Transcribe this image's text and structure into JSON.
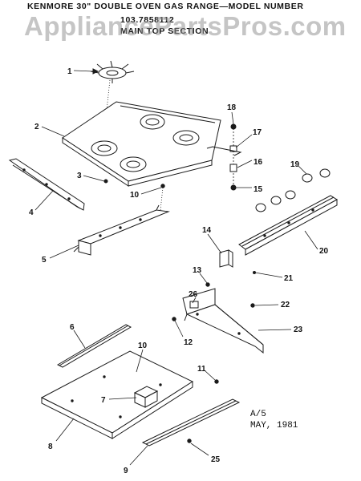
{
  "header": {
    "title": "KENMORE 30\" DOUBLE OVEN GAS RANGE—MODEL NUMBER",
    "model": "103.7858112",
    "section": "MAIN TOP SECTION"
  },
  "watermark": "AppliancePartsPros.com",
  "footer": {
    "page": "A/5",
    "date": "MAY, 1981"
  },
  "callouts": {
    "c1": "1",
    "c2": "2",
    "c3": "3",
    "c4": "4",
    "c5": "5",
    "c6": "6",
    "c7": "7",
    "c8": "8",
    "c9": "9",
    "c10a": "10",
    "c10b": "10",
    "c11": "11",
    "c12": "12",
    "c13": "13",
    "c14": "14",
    "c15": "15",
    "c16": "16",
    "c17": "17",
    "c18": "18",
    "c19": "19",
    "c20": "20",
    "c21": "21",
    "c22": "22",
    "c23": "23",
    "c25": "25",
    "c26": "26"
  }
}
